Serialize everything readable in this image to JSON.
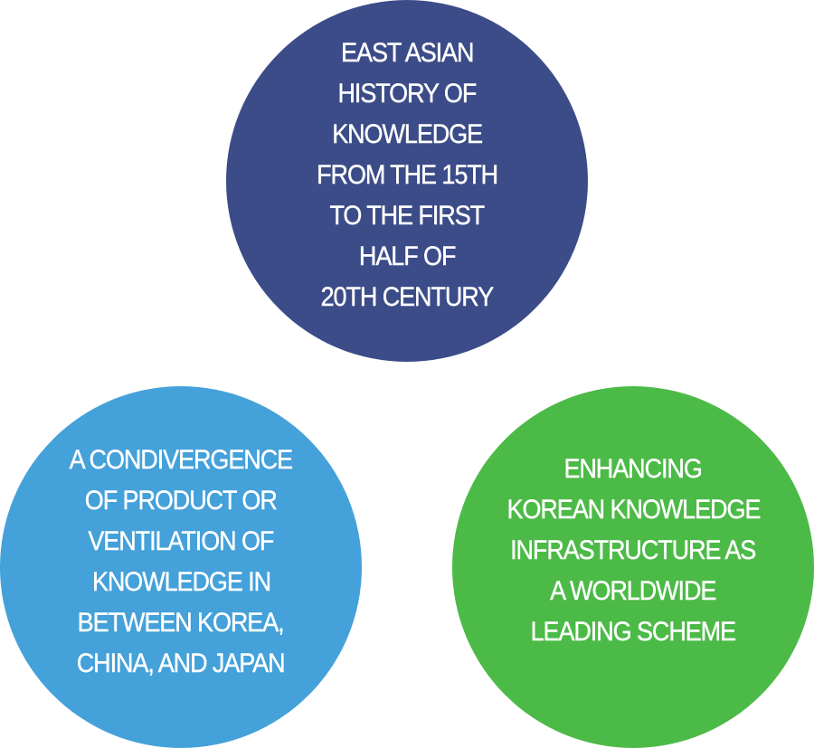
{
  "circles": [
    {
      "lines": [
        "EAST ASIAN",
        "HISTORY OF",
        "KNOWLEDGE",
        "FROM THE 15TH",
        "TO THE FIRST",
        "HALF OF",
        "20TH CENTURY"
      ],
      "color": "#3c4c88"
    },
    {
      "lines": [
        "A CONDIVERGENCE",
        "OF PRODUCT OR",
        "VENTILATION OF",
        "KNOWLEDGE IN",
        "BETWEEN KOREA,",
        "CHINA, AND JAPAN"
      ],
      "color": "#44a1d9"
    },
    {
      "lines": [
        "ENHANCING",
        "KOREAN KNOWLEDGE",
        "INFRASTRUCTURE AS",
        "A WORLDWIDE",
        "LEADING SCHEME"
      ],
      "color": "#4cba47"
    }
  ]
}
